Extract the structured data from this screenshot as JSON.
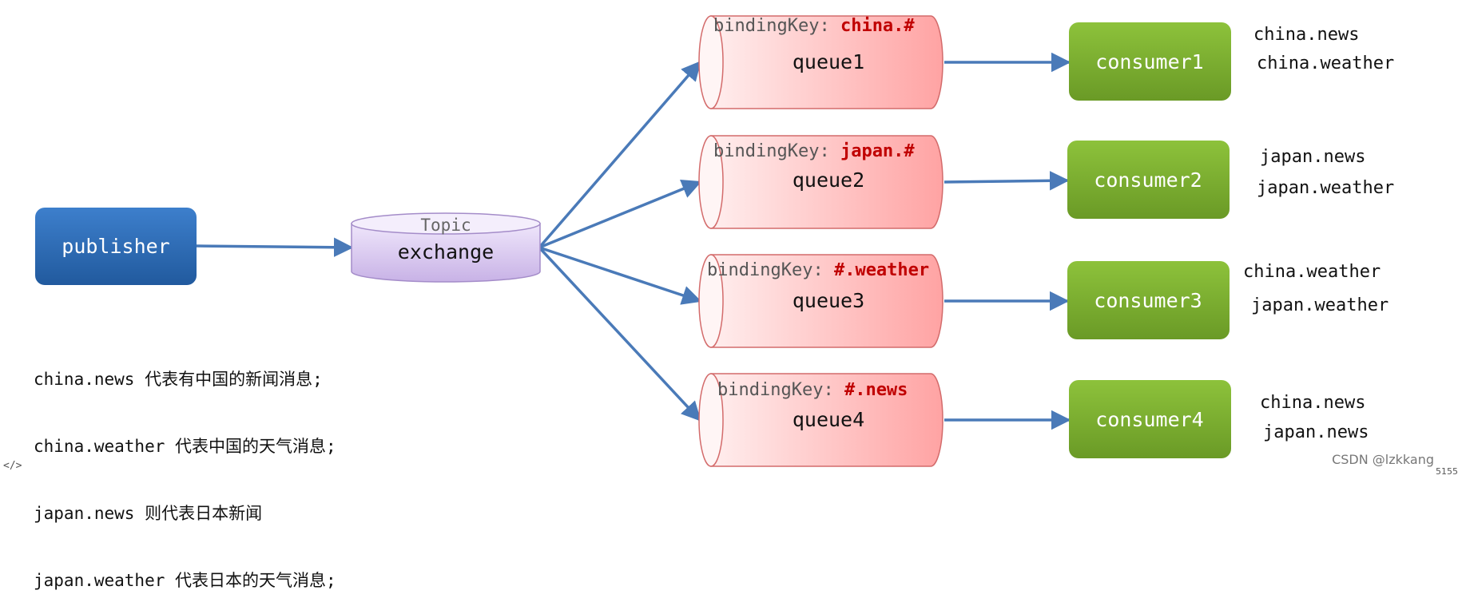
{
  "publisher": {
    "label": "publisher"
  },
  "exchange": {
    "type_label": "Topic",
    "label": "exchange"
  },
  "queues": [
    {
      "binding_prefix": "bindingKey: ",
      "binding_key": "china.#",
      "label": "queue1",
      "consumer": "consumer1",
      "messages": [
        "china.news",
        "china.weather"
      ]
    },
    {
      "binding_prefix": "bindingKey: ",
      "binding_key": "japan.#",
      "label": "queue2",
      "consumer": "consumer2",
      "messages": [
        "japan.news",
        "japan.weather"
      ]
    },
    {
      "binding_prefix": "bindingKey: ",
      "binding_key": "#.weather",
      "label": "queue3",
      "consumer": "consumer3",
      "messages": [
        "china.weather",
        "japan.weather"
      ]
    },
    {
      "binding_prefix": "bindingKey: ",
      "binding_key": "#.news",
      "label": "queue4",
      "consumer": "consumer4",
      "messages": [
        "china.news",
        "japan.news"
      ]
    }
  ],
  "description": [
    "china.news 代表有中国的新闻消息;",
    "china.weather 代表中国的天气消息;",
    "japan.news 则代表日本新闻",
    "japan.weather 代表日本的天气消息;"
  ],
  "watermark": "CSDN @lzkkang",
  "corner_code": "</>",
  "corner_number": "5155",
  "colors": {
    "publisher": "#2f6db5",
    "exchange": "#d9c8ef",
    "queue": "#ffc9c9",
    "consumer": "#7bab2f",
    "arrow": "#4a7ab8",
    "binding_key": "#c00000"
  }
}
